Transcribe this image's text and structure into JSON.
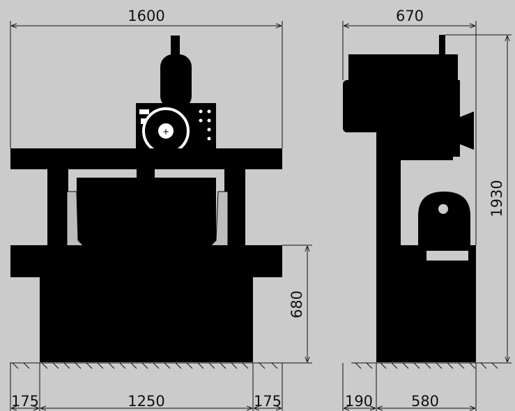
{
  "front_view": {
    "overall_width": "1600",
    "base_width": "1250",
    "left_offset": "175",
    "right_offset": "175",
    "table_height": "680"
  },
  "side_view": {
    "overall_depth": "670",
    "base_depth": "580",
    "left_offset": "190",
    "overall_height": "1930"
  },
  "colors": {
    "background": "#cbcbcb",
    "machine": "#000000",
    "lines": "#111111",
    "accent_white": "#ffffff"
  }
}
